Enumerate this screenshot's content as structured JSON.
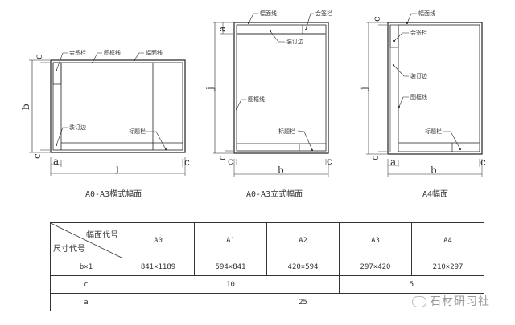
{
  "labels": {
    "signature_block": "会签栏",
    "frame_line": "图框线",
    "sheet_line": "幅面线",
    "binding_edge": "装订边",
    "title_block": "标题栏"
  },
  "dims": {
    "b": "b",
    "j": "j",
    "c": "c",
    "a": "a"
  },
  "captions": {
    "landscape": "A0-A3横式幅面",
    "portrait": "A0-A3立式幅面",
    "a4": "A4幅面"
  },
  "table": {
    "corner_top": "幅面代号",
    "corner_bottom": "尺寸代号",
    "columns": [
      "A0",
      "A1",
      "A2",
      "A3",
      "A4"
    ],
    "rows": [
      {
        "label": "b×1",
        "cells": [
          "841×1189",
          "594×841",
          "420×594",
          "297×420",
          "210×297"
        ]
      },
      {
        "label": "c",
        "cells": [
          {
            "value": "10",
            "span": 3
          },
          {
            "value": "5",
            "span": 2
          }
        ]
      },
      {
        "label": "a",
        "cells": [
          {
            "value": "25",
            "span": 5
          }
        ]
      }
    ]
  },
  "watermark": "石材研习社"
}
